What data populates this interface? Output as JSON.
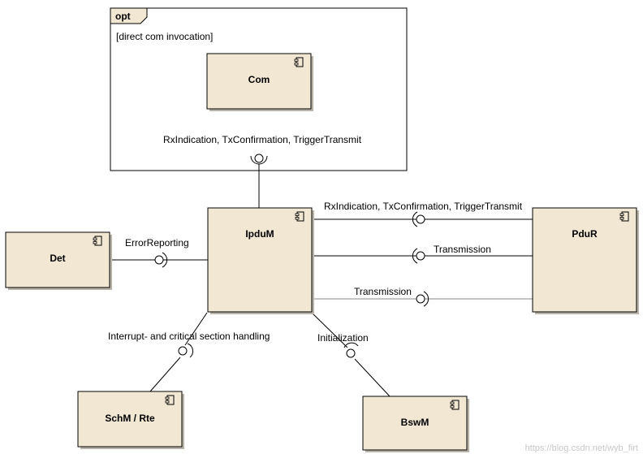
{
  "fragment": {
    "tag": "opt",
    "guard": "[direct com invocation]"
  },
  "components": {
    "com": "Com",
    "ipdum": "IpduM",
    "pdur": "PduR",
    "det": "Det",
    "schm": "SchM / Rte",
    "bswm": "BswM"
  },
  "interfaces": {
    "com_if": "RxIndication, TxConfirmation, TriggerTransmit",
    "pdur_if": "RxIndication, TxConfirmation, TriggerTransmit",
    "transmission1": "Transmission",
    "transmission2": "Transmission",
    "error_reporting": "ErrorReporting",
    "interrupt": "Interrupt- and critical section handling",
    "initialization": "Initialization"
  },
  "watermark": "https://blog.csdn.net/wyb_firt"
}
